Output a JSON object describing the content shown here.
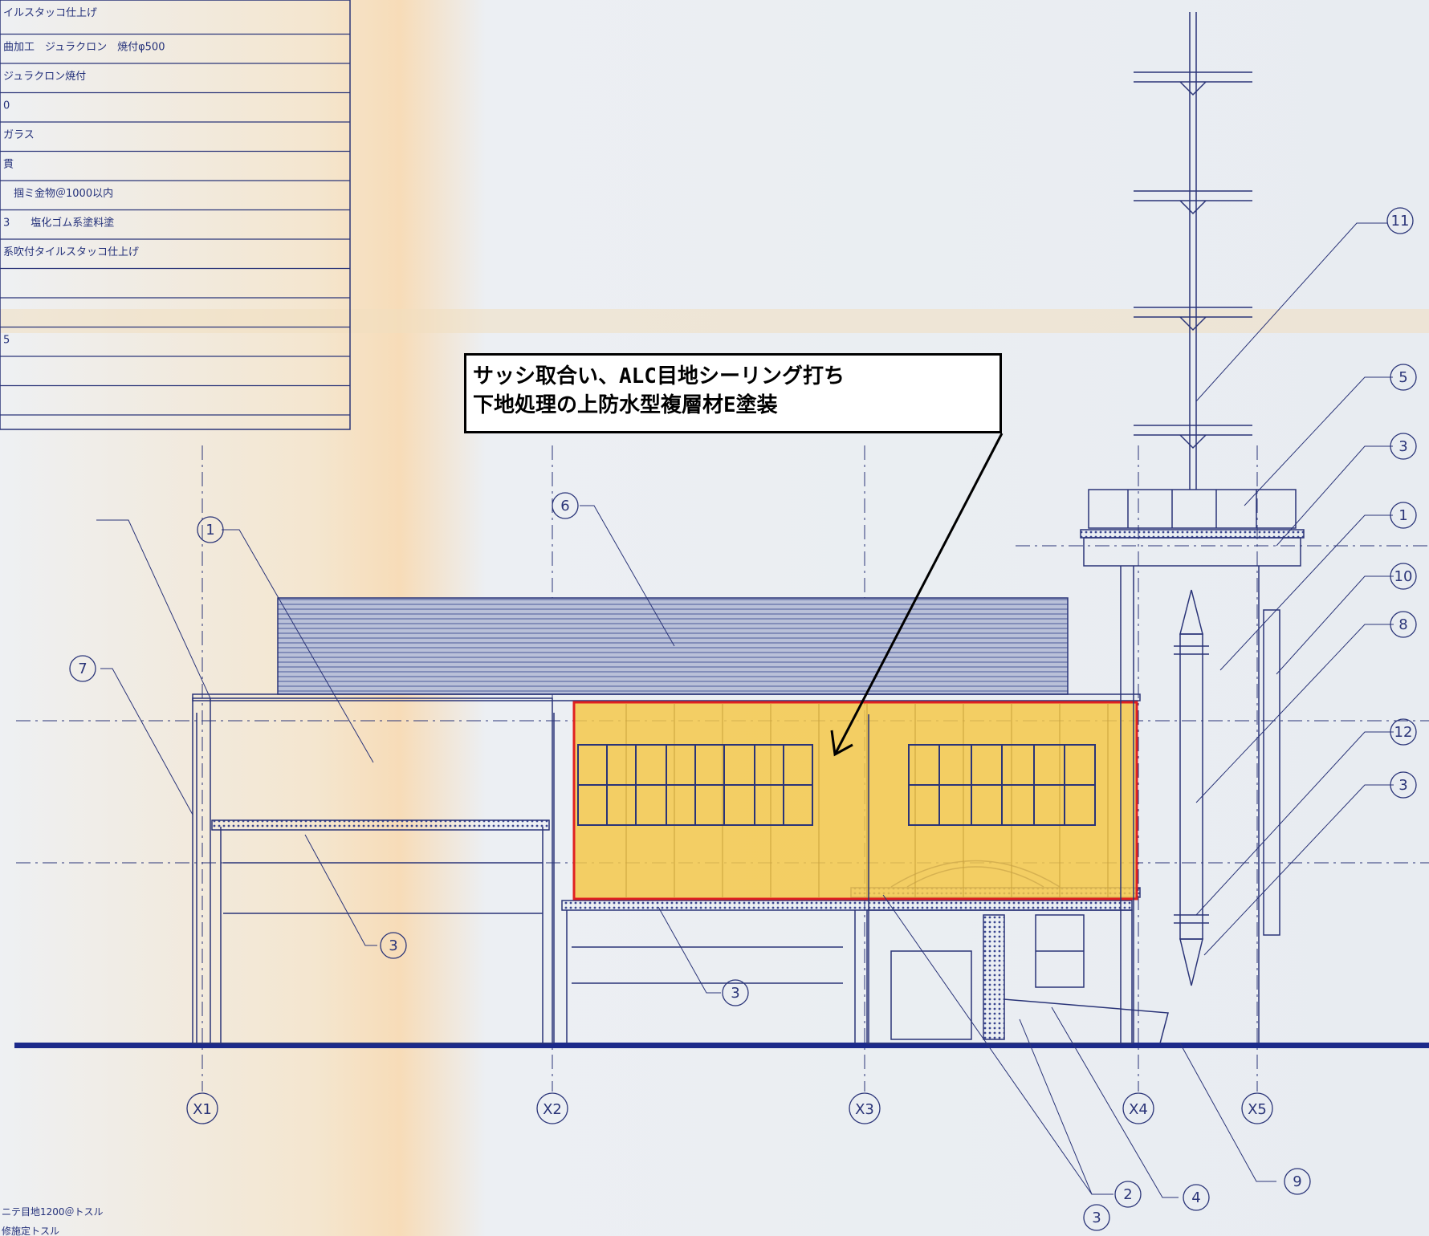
{
  "spec_table": {
    "rows": [
      "イルスタッコ仕上げ",
      "曲加工　ジュラクロン　焼付φ500",
      "ジュラクロン焼付",
      "0",
      "ガラス",
      "貫",
      "　掴ミ金物＠1000以内",
      "3　　塩化ゴム系塗料塗",
      "系吹付タイルスタッコ仕上げ",
      "",
      "",
      "5",
      "",
      ""
    ]
  },
  "callout": {
    "line1": "サッシ取合い、ALC目地シーリング打ち",
    "line2": "下地処理の上防水型複層材E塗装"
  },
  "grid_axes": [
    "X1",
    "X2",
    "X3",
    "X4",
    "X5"
  ],
  "leader_bubbles": [
    {
      "id": "b-11",
      "label": "11"
    },
    {
      "id": "b-5",
      "label": "5"
    },
    {
      "id": "b-3a",
      "label": "3"
    },
    {
      "id": "b-1r",
      "label": "1"
    },
    {
      "id": "b-10",
      "label": "10"
    },
    {
      "id": "b-8",
      "label": "8"
    },
    {
      "id": "b-12",
      "label": "12"
    },
    {
      "id": "b-3b",
      "label": "3"
    },
    {
      "id": "b-6",
      "label": "6"
    },
    {
      "id": "b-1l",
      "label": "1"
    },
    {
      "id": "b-7",
      "label": "7"
    },
    {
      "id": "b-3c",
      "label": "3"
    },
    {
      "id": "b-3d",
      "label": "3"
    },
    {
      "id": "b-2",
      "label": "2"
    },
    {
      "id": "b-4",
      "label": "4"
    },
    {
      "id": "b-3e",
      "label": "3"
    },
    {
      "id": "b-9",
      "label": "9"
    }
  ],
  "notes": {
    "bottom1": "ニテ目地1200＠トスル",
    "bottom2": "修施定トスル"
  },
  "colors": {
    "line_blue": "#2a3478",
    "highlight_fill": "#f4c84a",
    "highlight_border": "#e02020",
    "ground": "#1c2a8a"
  }
}
